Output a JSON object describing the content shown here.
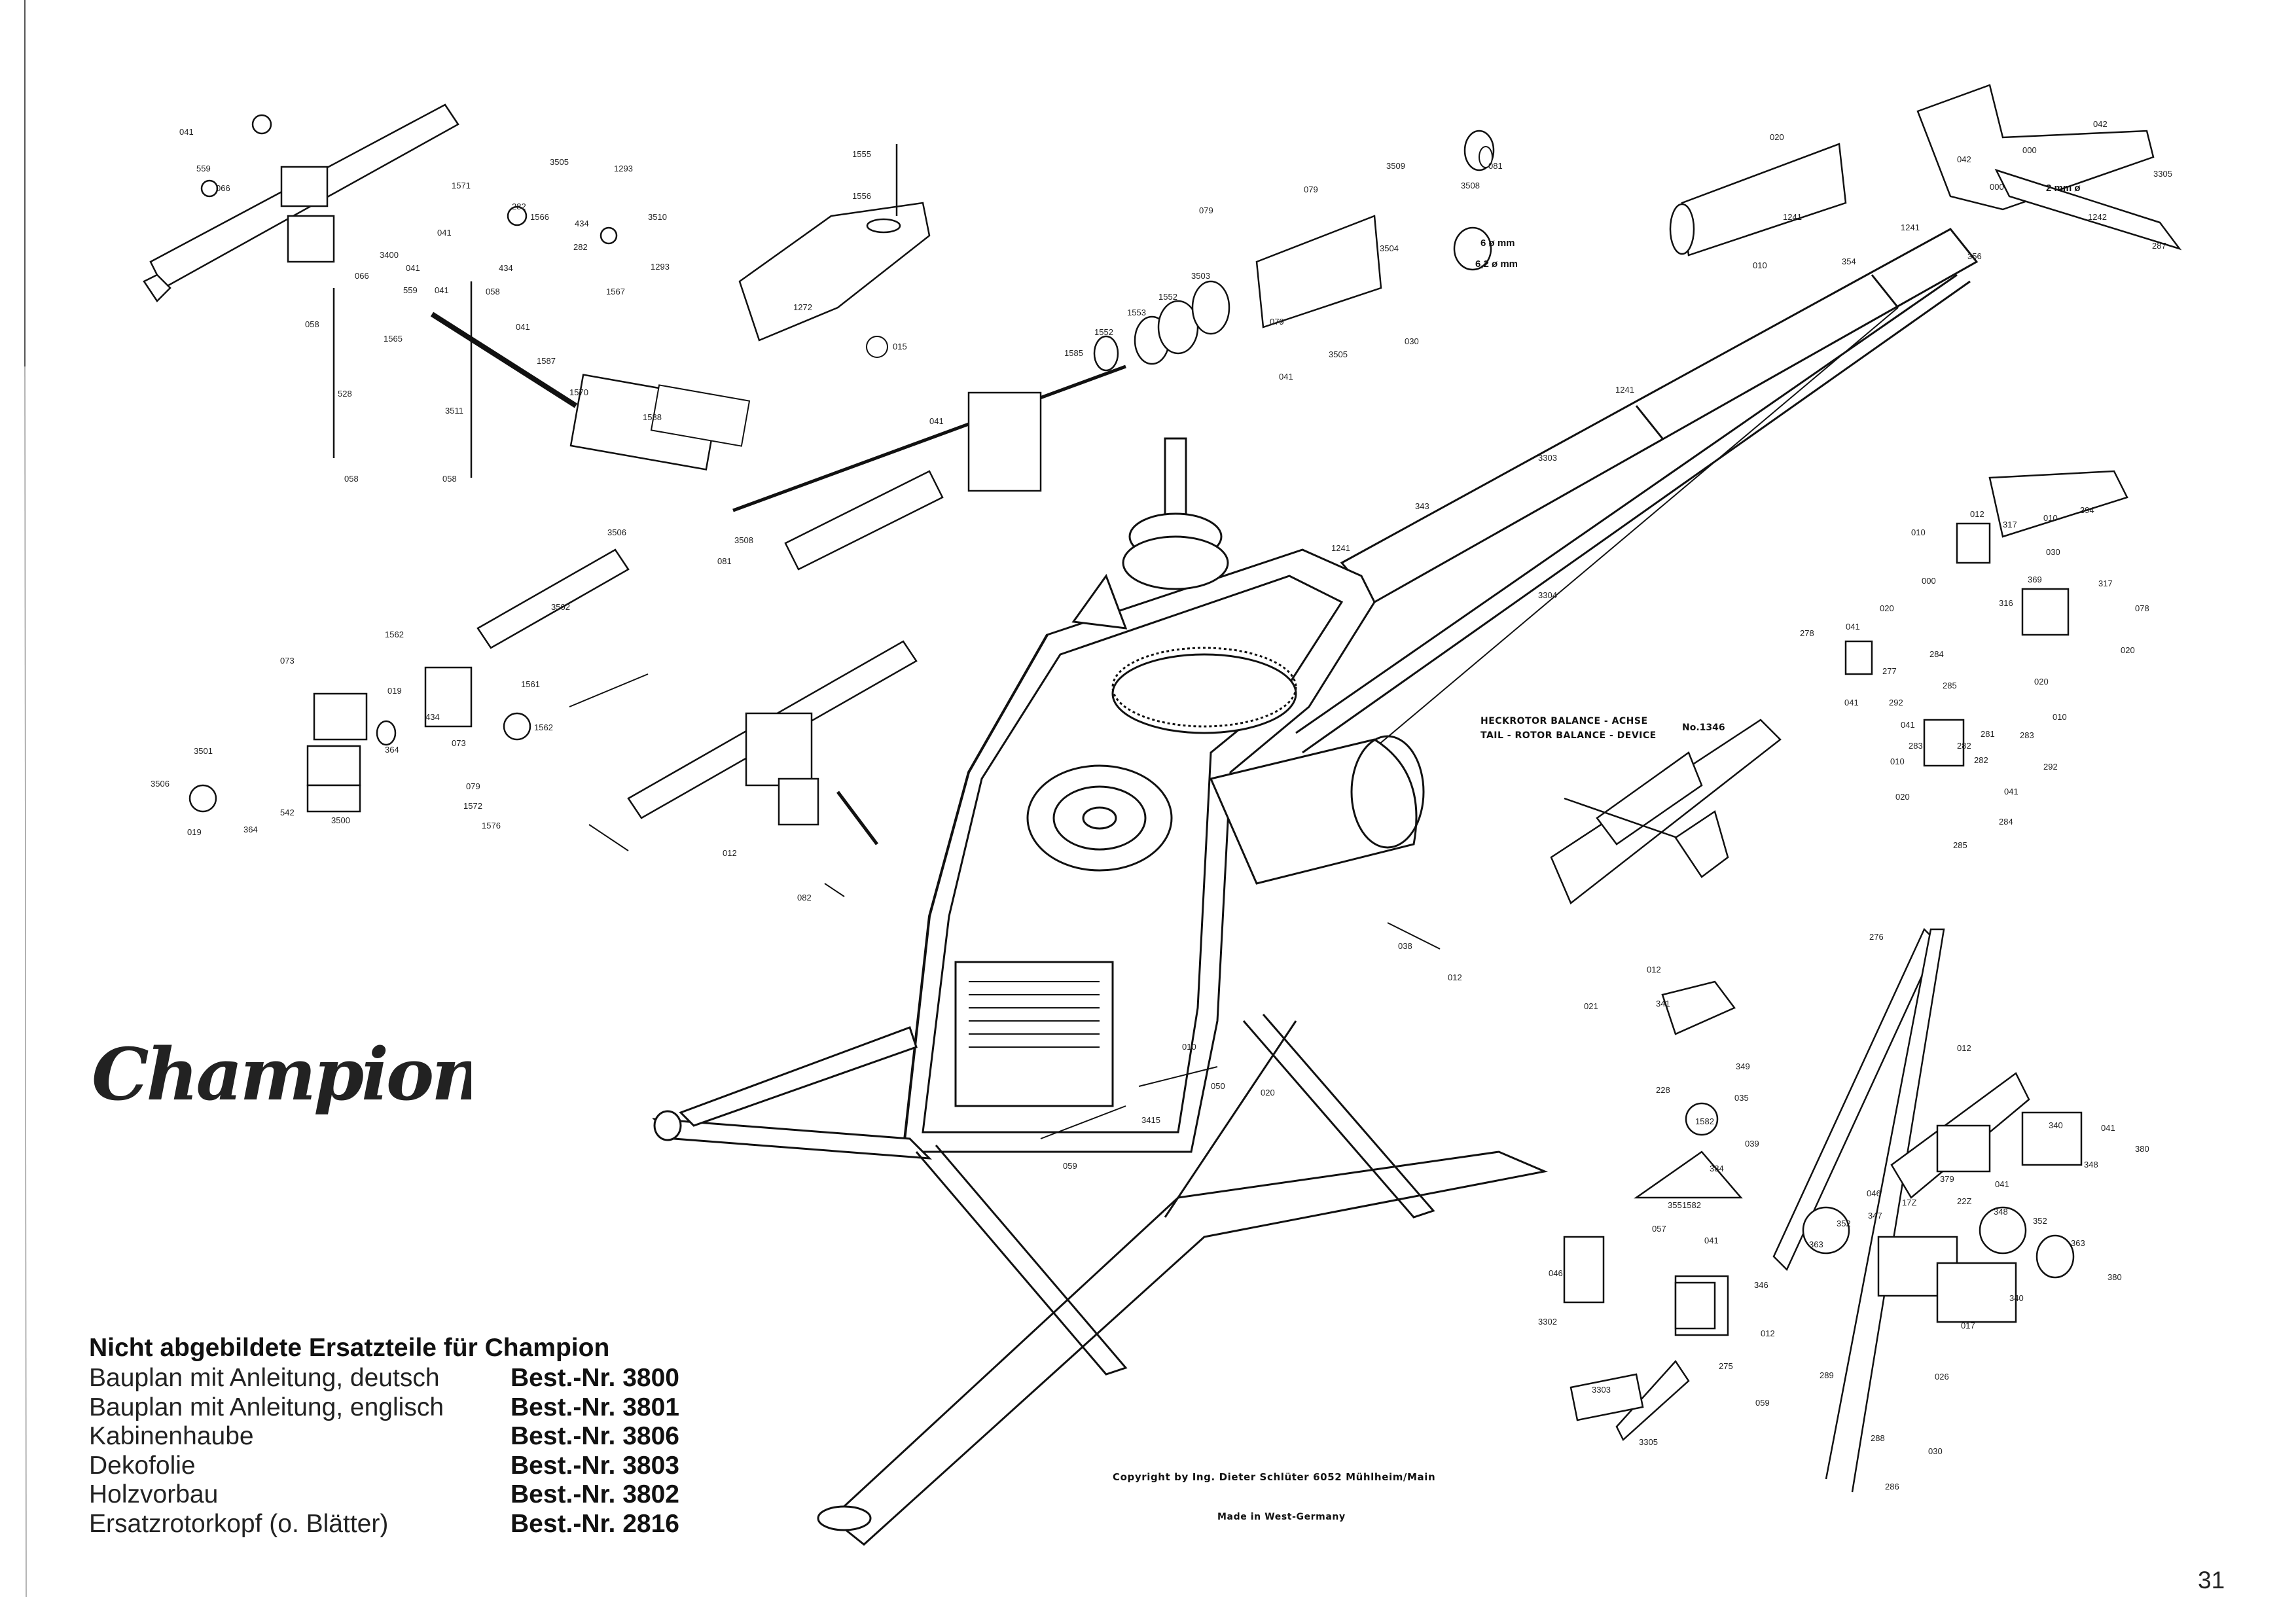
{
  "logo": {
    "text": "Champion"
  },
  "parts_list": {
    "heading": "Nicht abgebildete Ersatzteile für Champion",
    "items": [
      {
        "name": "Bauplan mit Anleitung, deutsch",
        "number": "Best.-Nr. 3800"
      },
      {
        "name": "Bauplan mit Anleitung, englisch",
        "number": "Best.-Nr. 3801"
      },
      {
        "name": "Kabinenhaube",
        "number": "Best.-Nr. 3806"
      },
      {
        "name": "Dekofolie",
        "number": "Best.-Nr. 3803"
      },
      {
        "name": "Holzvorbau",
        "number": "Best.-Nr. 3802"
      },
      {
        "name": "Ersatzrotorkopf (o. Blätter)",
        "number": "Best.-Nr. 2816"
      }
    ]
  },
  "balance_device": {
    "german": "HECKROTOR BALANCE - ACHSE",
    "english": "TAIL - ROTOR BALANCE - DEVICE",
    "number": "No.1346"
  },
  "copyright": "Copyright by Ing. Dieter Schlüter   6052 Mühlheim/Main",
  "made_in": "Made in West-Germany",
  "page_number": "31",
  "dimensions": {
    "d6": "6 ø mm",
    "d62": "6,2 ø mm",
    "d2": "2 mm ø"
  },
  "part_labels": {
    "p041a": "041",
    "p559a": "559",
    "p066a": "066",
    "p3505a": "3505",
    "p1293a": "1293",
    "p3510": "3510",
    "p1571": "1571",
    "p282a": "282",
    "p1566": "1566",
    "p434a": "434",
    "p041b": "041",
    "p3400": "3400",
    "p041c": "041",
    "p066b": "066",
    "p559b": "559",
    "p041d": "041",
    "p058a": "058",
    "p058b": "058",
    "p1565": "1565",
    "p434b": "434",
    "p282b": "282",
    "p1567": "1567",
    "p1293b": "1293",
    "p041e": "041",
    "p1587": "1587",
    "p528": "528",
    "p3511": "3511",
    "p1570": "1570",
    "p1588": "1588",
    "p058c": "058",
    "p058d": "058",
    "p1555": "1555",
    "p1556": "1556",
    "p1272": "1272",
    "p015": "015",
    "p3509": "3509",
    "p081a": "081",
    "p3508a": "3508",
    "p079a": "079",
    "p079b": "079",
    "p3504": "3504",
    "p3503": "3503",
    "p1552a": "1552",
    "p1553": "1553",
    "p1552b": "1552",
    "p1585": "1585",
    "p079c": "079",
    "p3505b": "3505",
    "p030a": "030",
    "p041f": "041",
    "p020a": "020",
    "p1241a": "1241",
    "p010a": "010",
    "p042a": "042",
    "p042b": "042",
    "p000a": "000",
    "p000b": "000",
    "p3305a": "3305",
    "p1242": "1242",
    "p287": "287",
    "p1241b": "1241",
    "p354": "354",
    "p356": "356",
    "p1241c": "1241",
    "p3303a": "3303",
    "p343": "343",
    "p1241d": "1241",
    "p3304": "3304",
    "p041g": "041",
    "p3508b": "3508",
    "p081b": "081",
    "p3506a": "3506",
    "p3502": "3502",
    "p1562a": "1562",
    "p073a": "073",
    "p019a": "019",
    "p1561": "1561",
    "p434c": "434",
    "p073b": "073",
    "p1562b": "1562",
    "p364a": "364",
    "p3501": "3501",
    "p3506b": "3506",
    "p542": "542",
    "p3500": "3500",
    "p019b": "019",
    "p364b": "364",
    "p079d": "079",
    "p1572": "1572",
    "p1576": "1576",
    "p012a": "012",
    "p082": "082",
    "p038": "038",
    "p012b": "012",
    "p010b": "010",
    "p050": "050",
    "p020b": "020",
    "p3415": "3415",
    "p059a": "059",
    "p394": "394",
    "p012c": "012",
    "p317a": "317",
    "p010c": "010",
    "p010d": "010",
    "p030b": "030",
    "p000c": "000",
    "p369": "369",
    "p316": "316",
    "p317b": "317",
    "p078": "078",
    "p020c": "020",
    "p278": "278",
    "p041h": "041",
    "p020d": "020",
    "p284a": "284",
    "p277": "277",
    "p285a": "285",
    "p020e": "020",
    "p010e": "010",
    "p041i": "041",
    "p292a": "292",
    "p041j": "041",
    "p283a": "283",
    "p282c": "282",
    "p281": "281",
    "p283b": "283",
    "p282d": "282",
    "p292b": "292",
    "p010f": "010",
    "p020f": "020",
    "p041k": "041",
    "p285b": "285",
    "p284b": "284",
    "p276": "276",
    "p012d": "012",
    "p341": "341",
    "p021": "021",
    "p349": "349",
    "p228": "228",
    "p035": "035",
    "p1582a": "1582",
    "p039": "039",
    "p012e": "012",
    "p340a": "340",
    "p041l": "041",
    "p380a": "380",
    "p348a": "348",
    "p384": "384",
    "p046a": "046",
    "p379": "379",
    "p041m": "041",
    "p355": "355",
    "p1582b": "1582",
    "p352a": "352",
    "p347": "347",
    "p17z": "17Z",
    "p22z": "22Z",
    "p348b": "348",
    "p352b": "352",
    "p057": "057",
    "p041n": "041",
    "p363a": "363",
    "p363b": "363",
    "p340b": "340",
    "p380b": "380",
    "p046b": "046",
    "p346": "346",
    "p3302": "3302",
    "p012f": "012",
    "p017": "017",
    "p275": "275",
    "p026": "026",
    "p3303b": "3303",
    "p059b": "059",
    "p289": "289",
    "p288": "288",
    "p030c": "030",
    "p3305b": "3305",
    "p286": "286"
  }
}
